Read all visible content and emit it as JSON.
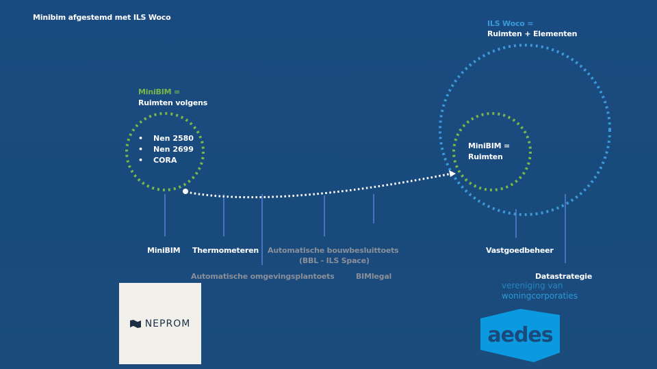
{
  "title": "Minibim afgestemd met ILS Woco",
  "left_circle": {
    "heading": "MiniBIM =",
    "subheading": "Ruimten volgens",
    "items": [
      "Nen 2580",
      "Nen 2699",
      "CORA"
    ]
  },
  "right_circle": {
    "outer_heading": "ILS Woco =",
    "outer_subheading": "Ruimten + Elementen",
    "inner_line1": "MiniBIM =",
    "inner_line2": "Ruimten"
  },
  "labels": {
    "minibim": "MiniBIM",
    "thermometeren": "Thermometeren",
    "bouwbesluit1": "Automatische bouwbesluittoets",
    "bouwbesluit2": "(BBL - ILS Space)",
    "omgevingsplan": "Automatische omgevingsplantoets",
    "bimlegal": "BIMlegal",
    "vastgoedbeheer": "Vastgoedbeheer",
    "datastrategie": "Datastrategie"
  },
  "logos": {
    "neprom": "NEPROM",
    "aedes_line1": "vereniging van",
    "aedes_line2": "woningcorporaties",
    "aedes": "aedes"
  },
  "colors": {
    "green": "#7ab648",
    "blue": "#3a9ad9",
    "connector": "#4a72c0"
  }
}
